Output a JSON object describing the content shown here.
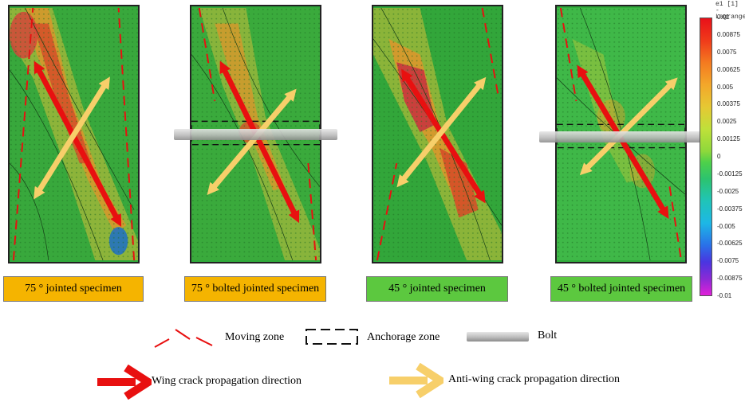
{
  "specimens": [
    {
      "label": "75 ° jointed specimen",
      "bolted": false,
      "angle": 75
    },
    {
      "label": "75 ° bolted jointed specimen",
      "bolted": true,
      "angle": 75
    },
    {
      "label": "45 ° jointed specimen",
      "bolted": false,
      "angle": 45
    },
    {
      "label": "45 ° bolted jointed specimen",
      "bolted": true,
      "angle": 45
    }
  ],
  "colorbar": {
    "title": "e1 [1] - Lagrange",
    "ticks": [
      "0.01",
      "0.00875",
      "0.0075",
      "0.00625",
      "0.005",
      "0.00375",
      "0.0025",
      "0.00125",
      "0",
      "-0.00125",
      "-0.0025",
      "-0.00375",
      "-0.005",
      "-0.00625",
      "-0.0075",
      "-0.00875",
      "-0.01"
    ]
  },
  "legend": {
    "moving_zone": "Moving zone",
    "anchorage_zone": "Anchorage zone",
    "bolt": "Bolt",
    "wing_crack": "Wing crack propagation direction",
    "anti_wing_crack": "Anti-wing crack propagation direction"
  },
  "colors": {
    "wing_arrow": "#e81010",
    "anti_wing_arrow": "#f7cf6a",
    "moving_zone": "#e81010",
    "label_orange": "#f5b400",
    "label_green": "#5cc83f"
  }
}
